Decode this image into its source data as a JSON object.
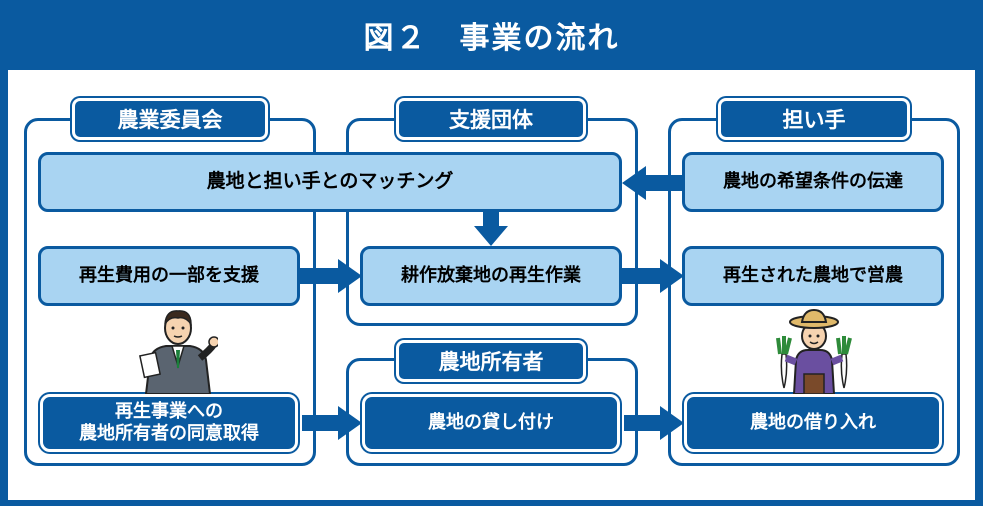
{
  "title": "図２　事業の流れ",
  "groups": {
    "committee": "農業委員会",
    "support": "支援団体",
    "farmer": "担い手",
    "owner": "農地所有者"
  },
  "boxes": {
    "matching": "農地と担い手とのマッチング",
    "conditions": "農地の希望条件の伝達",
    "subsidy": "再生費用の一部を支援",
    "restore_work": "耕作放棄地の再生作業",
    "farming": "再生された農地で営農",
    "consent_line1": "再生事業への",
    "consent_line2": "農地所有者の同意取得",
    "lending": "農地の貸し付け",
    "borrowing": "農地の借り入れ"
  },
  "colors": {
    "primary": "#0a5aa0",
    "light": "#a9d4f2"
  }
}
